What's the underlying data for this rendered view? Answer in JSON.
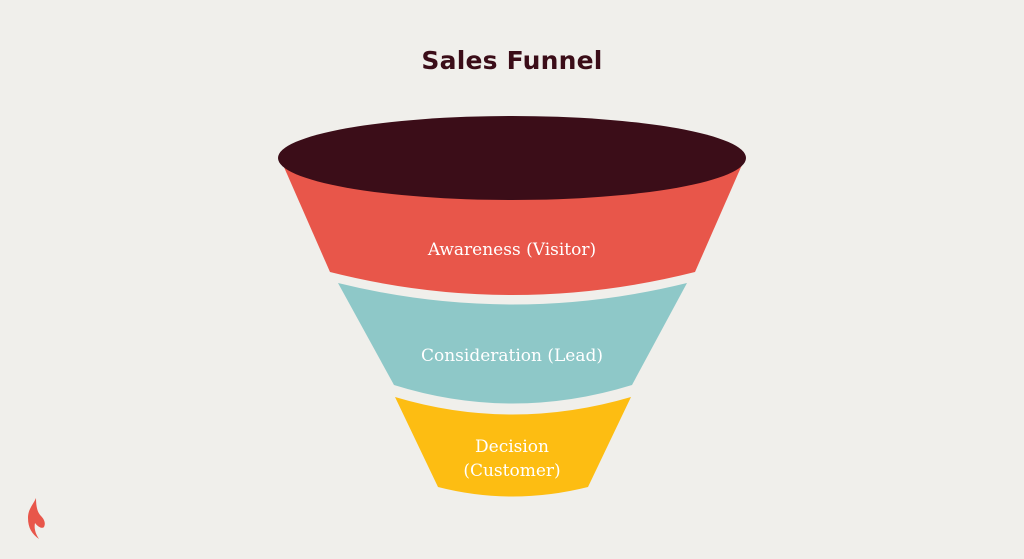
{
  "title": "Sales Funnel",
  "colors": {
    "background": "#f0efeb",
    "rim": "#3b0d18",
    "awareness": "#e8564a",
    "consideration": "#8ec8c8",
    "decision": "#fdbd12",
    "logo": "#e8564a"
  },
  "stages": [
    {
      "label": "Awareness (Visitor)"
    },
    {
      "label": "Consideration (Lead)"
    },
    {
      "label_line1": "Decision",
      "label_line2": "(Customer)"
    }
  ],
  "logo_icon": "flame-logo-icon"
}
